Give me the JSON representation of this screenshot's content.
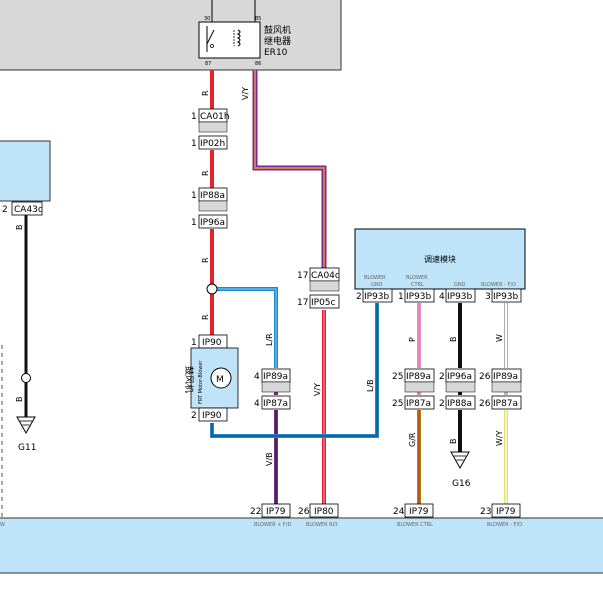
{
  "colors": {
    "red": "#e8202a",
    "blue": "#1e88d0",
    "purple": "#7a2a8a",
    "pink": "#e887c0",
    "yellow": "#e8e06a",
    "olive": "#9a8a10",
    "black": "#111111",
    "module_fill": "#bfe3f8",
    "relay_fill": "#d8d8d8",
    "connector_fill": "#ffffff"
  },
  "relay": {
    "name_line1": "鼓风机",
    "name_line2": "继电器",
    "code": "ER10",
    "pin_30": "30",
    "pin_85": "85",
    "pin_87": "87",
    "pin_86": "86"
  },
  "wires": {
    "r1": "R",
    "r2": "R",
    "r3": "R",
    "r4": "R",
    "vy_top": "V/Y",
    "vy_mid": "V/Y",
    "lr": "L/R",
    "vb": "V/B",
    "lb": "L/B",
    "p": "P",
    "gr": "G/R",
    "b1": "B",
    "b2": "B",
    "w": "W",
    "wy": "W/Y",
    "b_left1": "B",
    "b_left2": "B"
  },
  "connectors": {
    "ca01h": {
      "pin": "1",
      "code": "CA01h"
    },
    "ip02h": {
      "pin": "1",
      "code": "IP02h"
    },
    "ip88a_top": {
      "pin": "1",
      "code": "IP88a"
    },
    "ip96a_top": {
      "pin": "1",
      "code": "IP96a"
    },
    "ca04c": {
      "pin": "17",
      "code": "CA04c"
    },
    "ip05c": {
      "pin": "17",
      "code": "IP05c"
    },
    "ip90_top": {
      "pin": "1",
      "code": "IP90"
    },
    "ip90_bot": {
      "pin": "2",
      "code": "IP90"
    },
    "ip89a_left": {
      "pin": "4",
      "code": "IP89a"
    },
    "ip87a_left": {
      "pin": "4",
      "code": "IP87a"
    },
    "ca43c": {
      "pin": "2",
      "code": "CA43c"
    },
    "m_ip93b_1": {
      "pin": "2",
      "code": "IP93b"
    },
    "m_ip93b_2": {
      "pin": "1",
      "code": "IP93b"
    },
    "m_ip93b_3": {
      "pin": "4",
      "code": "IP93b"
    },
    "m_ip93b_4": {
      "pin": "3",
      "code": "IP93b"
    },
    "ip89a_p": {
      "pin": "25",
      "code": "IP89a"
    },
    "ip87a_p": {
      "pin": "25",
      "code": "IP87a"
    },
    "ip96a_b": {
      "pin": "2",
      "code": "IP96a"
    },
    "ip88a_b": {
      "pin": "2",
      "code": "IP88a"
    },
    "ip89a_w": {
      "pin": "26",
      "code": "IP89a"
    },
    "ip87a_w": {
      "pin": "26",
      "code": "IP87a"
    },
    "b_ip79_1": {
      "pin": "22",
      "code": "IP79"
    },
    "b_ip80": {
      "pin": "26",
      "code": "IP80"
    },
    "b_ip79_2": {
      "pin": "24",
      "code": "IP79"
    },
    "b_ip79_3": {
      "pin": "23",
      "code": "IP79"
    }
  },
  "module": {
    "title": "调速模块",
    "col1_l1": "BLOWER",
    "col1_l2": "GND",
    "col2_l1": "BLOWER",
    "col2_l2": "CTRL",
    "col3": "GND",
    "col4": "BLOWER - F/O"
  },
  "motor": {
    "label_cn": "鼓风机",
    "label_en": "FRT Motor-Blower",
    "symbol": "M"
  },
  "grounds": {
    "g11": "G11",
    "g16": "G16"
  },
  "bottom_labels": {
    "l1": "BLOWER + F/D",
    "l2": "BLOWER RLY",
    "l3": "BLOWER CTRL",
    "l4": "BLOWER - F/O",
    "left_edge": "W"
  }
}
